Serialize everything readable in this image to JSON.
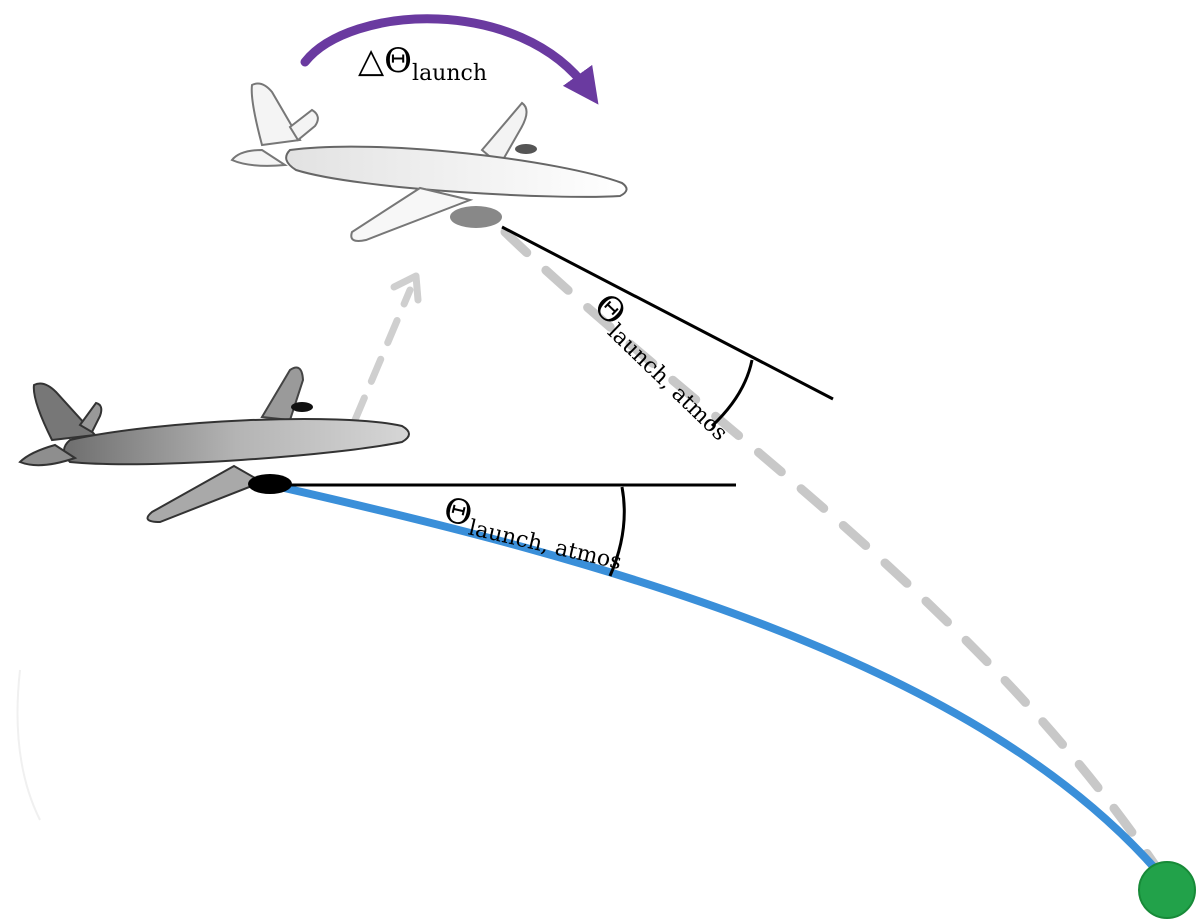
{
  "labels": {
    "delta_theta": {
      "symbol": "△Θ",
      "subscript": "launch"
    },
    "angle_upper": {
      "symbol": "Θ",
      "subscript": "launch, atmos"
    },
    "angle_lower": {
      "symbol": "Θ",
      "subscript": "launch, atmos"
    }
  },
  "colors": {
    "trajectory": "#3a8fd9",
    "rotation_arrow": "#6a3aa0",
    "launch_path": "#c8c8c8",
    "target_point": "#22a24a",
    "aircraft_rotated": "#f3f3f3",
    "aircraft_original": "#a6a6a6"
  },
  "icons": {
    "aircraft_rotated": "aircraft-icon",
    "aircraft_original": "aircraft-icon",
    "target": "circle-icon"
  }
}
